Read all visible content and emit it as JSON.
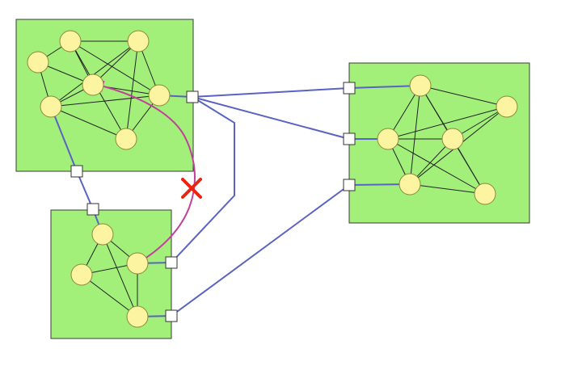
{
  "colors": {
    "background": "#ffffff",
    "cluster_fill": "#a2f07a",
    "cluster_stroke": "#3a3a3a",
    "node_fill": "#fcf4a0",
    "node_stroke": "#8a8a3a",
    "inner_edge": "#222222",
    "link_edge": "#5a63c4",
    "port_fill": "#ffffff",
    "port_stroke": "#333333",
    "path_color": "#c2409a",
    "blocked_mark": "#ee2211"
  },
  "icons": {
    "blocked": "red-x-mark-icon",
    "path_arrow": "arrowhead-icon"
  },
  "clusters": [
    {
      "id": "A",
      "nodes": 7,
      "ports": 2
    },
    {
      "id": "B",
      "nodes": 6,
      "ports": 3
    },
    {
      "id": "C",
      "nodes": 4,
      "ports": 3
    }
  ],
  "cross_cluster_links": [
    "A-C",
    "A-B",
    "A-B",
    "C-B",
    "C-B"
  ],
  "path": {
    "from": "C",
    "to": "A",
    "blocked": true
  }
}
